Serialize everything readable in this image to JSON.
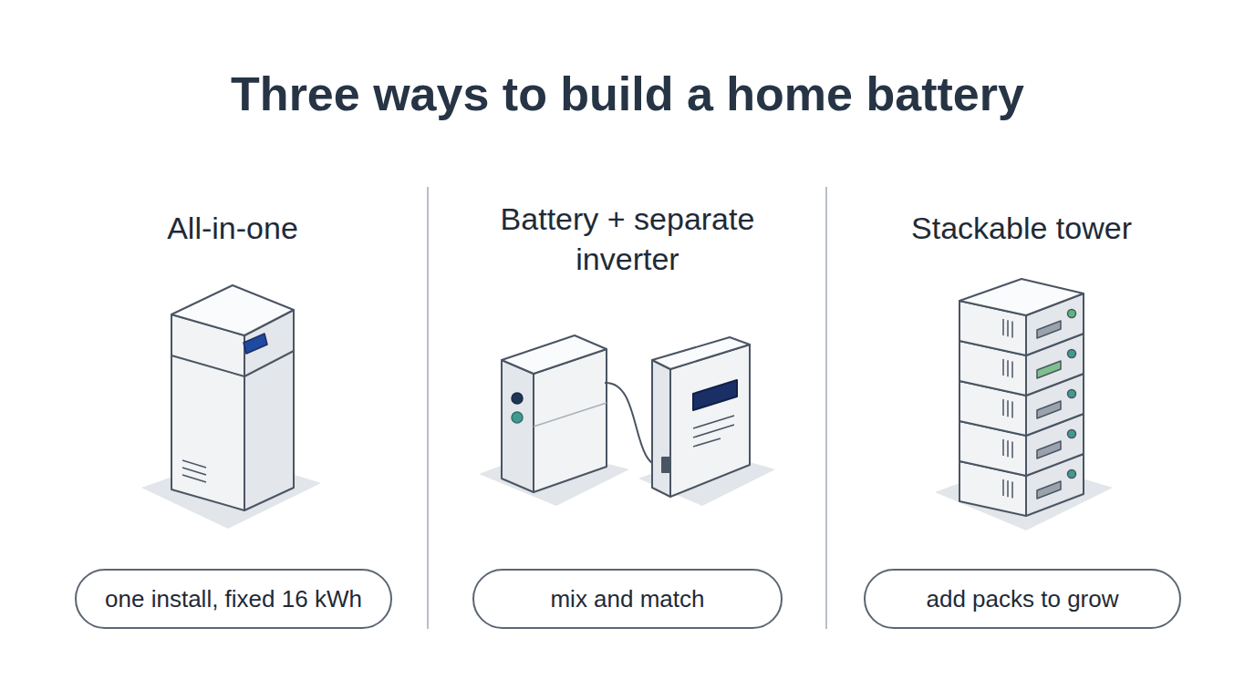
{
  "diagram": {
    "title": "Three ways to build a home battery",
    "nodes": [
      {
        "text": [
          "one install, fixed 16 kWh"
        ]
      },
      {
        "text": [
          "mix and match"
        ]
      },
      {
        "text": [
          "add packs to grow"
        ]
      }
    ],
    "labels": [
      "All-in-one",
      "Battery + separate inverter",
      "Stackable tower"
    ]
  }
}
